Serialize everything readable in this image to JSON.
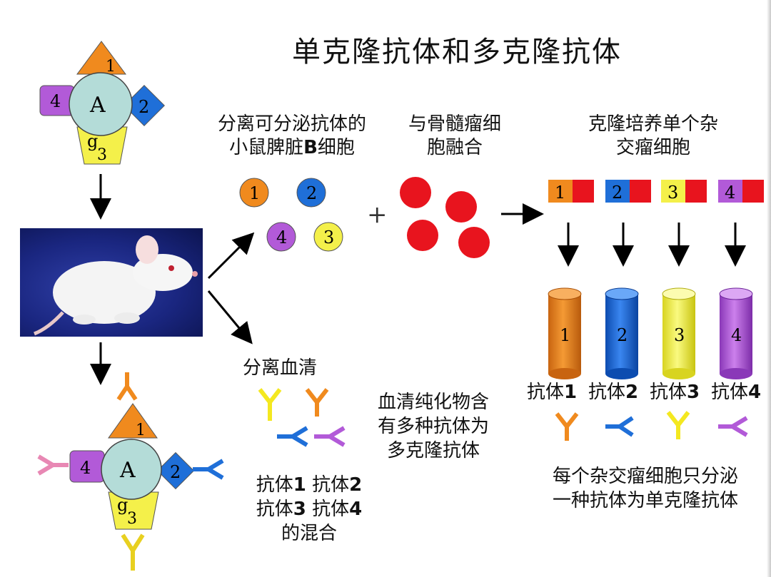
{
  "title": "单克隆抗体和多克隆抗体",
  "antigen_top": {
    "center": "A",
    "epitopes": [
      "1",
      "2",
      "g",
      "3",
      "4"
    ]
  },
  "antigen_bottom": {
    "center": "A",
    "epitopes": [
      "1",
      "2",
      "g",
      "3",
      "4"
    ]
  },
  "step_spleen": {
    "line1": "分离可分泌抗体的",
    "line2": "小鼠脾脏",
    "line2_bold": "B",
    "line2_end": "细胞"
  },
  "step_myeloma": {
    "line1": "与骨髓瘤细",
    "line2": "胞融合"
  },
  "step_clone": {
    "line1": "克隆培养单个杂",
    "line2": "交瘤细胞"
  },
  "b_cells": [
    "1",
    "2",
    "4",
    "3"
  ],
  "plus": "+",
  "hybridomas": [
    "1",
    "2",
    "3",
    "4"
  ],
  "cylinders": [
    "1",
    "2",
    "3",
    "4"
  ],
  "antibody_labels": [
    {
      "text": "抗体",
      "num": "1"
    },
    {
      "text": "抗体",
      "num": "2"
    },
    {
      "text": "抗体",
      "num": "3"
    },
    {
      "text": "抗体",
      "num": "4"
    }
  ],
  "serum": {
    "label": "分离血清"
  },
  "serum_desc": {
    "line1": "血清纯化物含",
    "line2": "有多种抗体为",
    "line3": "多克隆抗体"
  },
  "mixture": {
    "a1": "抗体",
    "n1": "1",
    "a2": "抗体",
    "n2": "2",
    "a3": "抗体",
    "n3": "3",
    "a4": "抗体",
    "n4": "4",
    "end": "的混合"
  },
  "mono_desc": {
    "line1": "每个杂交瘤细胞只分泌",
    "line2": "一种抗体为单克隆抗体"
  },
  "colors": {
    "orange": "#f08a1e",
    "blue": "#1f6fd8",
    "yellow": "#f4f04a",
    "purple": "#b25ad8",
    "red": "#e8141e",
    "antigen": "#b4dcd8",
    "pink": "#e888b4",
    "mouse_bg": "#1a2680"
  },
  "icons": [
    "arrow-icon",
    "mouse-image",
    "antibody-icon"
  ]
}
